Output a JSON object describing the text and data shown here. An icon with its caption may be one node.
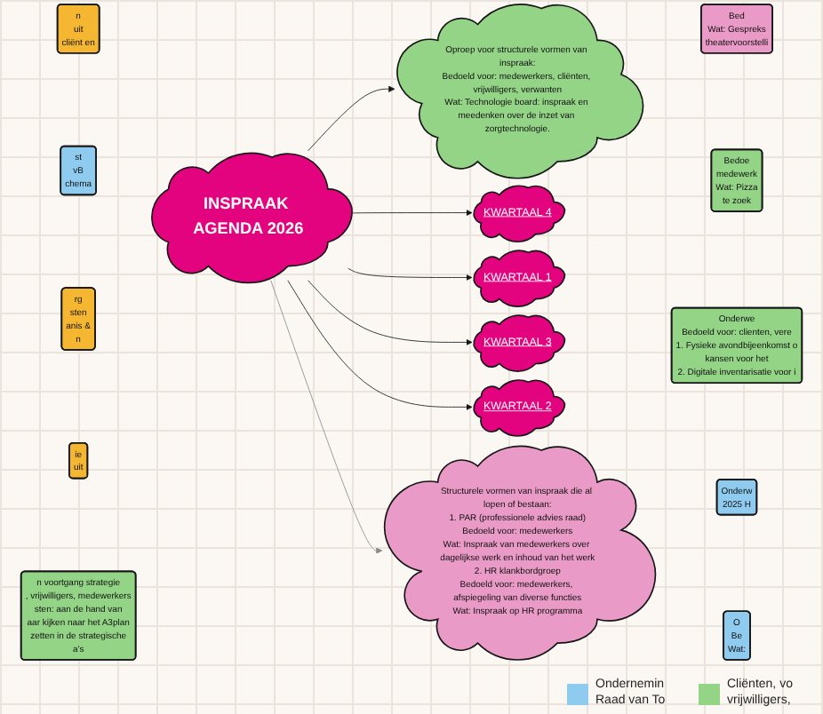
{
  "diagram": {
    "nodes": [
      {
        "text": [
          "INSPRAAK AGENDA 2026"
        ]
      },
      {
        "text": [
          "Oproep voor structurele vormen van inspraak:",
          "Bedoeld voor: medewerkers, cliënten, vrijwilligers, verwanten",
          "Wat: Technologie board: inspraak en meedenken over de inzet van zorgtechnologie."
        ]
      },
      {
        "text": [
          "KWARTAAL 4"
        ]
      },
      {
        "text": [
          "KWARTAAL 1"
        ]
      },
      {
        "text": [
          "KWARTAAL 3"
        ]
      },
      {
        "text": [
          "KWARTAAL 2"
        ]
      },
      {
        "text": [
          "Structurele vormen van inspraak die al lopen of bestaan:",
          "1. PAR (professionele advies raad)",
          "Bedoeld voor: medewerkers",
          "Wat: Inspraak van medewerkers over dagelijkse werk en inhoud van het werk",
          "2. HR klankbordgroep",
          "Bedoeld voor: medewerkers, afspiegeling van diverse functies",
          "Wat: Inspraak op HR programma"
        ]
      },
      {
        "text": [
          "n",
          "uit",
          "cliënt en"
        ]
      },
      {
        "text": [
          "st",
          "vB",
          "chema"
        ]
      },
      {
        "text": [
          "rg",
          "sten",
          "anis &",
          "n"
        ]
      },
      {
        "text": [
          "ie",
          "uit"
        ]
      },
      {
        "text": [
          "n voortgang strategie",
          ", vrijwilligers, medewerkers",
          "sten: aan de hand van",
          "aar kijken naar het A3plan",
          "zetten in de strategische",
          "a's"
        ]
      },
      {
        "text": [
          "Bed",
          "Wat: Gespreks",
          "theatervoorstelli"
        ]
      },
      {
        "text": [
          "Bedoe",
          "medewerk",
          "Wat: Pizza",
          "te zoek"
        ]
      },
      {
        "text": [
          "Onderwe",
          "Bedoeld voor: clienten, vere",
          "1. Fysieke avondbijeenkomst o",
          "kansen voor het",
          "2. Digitale inventarisatie voor i"
        ]
      },
      {
        "text": [
          "Onderw",
          "2025 H"
        ]
      },
      {
        "text": [
          "O",
          "Be",
          "Wat:"
        ]
      }
    ],
    "edges": [
      {
        "from": 0,
        "to": 1,
        "arrow": "to"
      },
      {
        "from": 0,
        "to": 2,
        "arrow": "to"
      },
      {
        "from": 0,
        "to": 3,
        "arrow": "to"
      },
      {
        "from": 0,
        "to": 4,
        "arrow": "to"
      },
      {
        "from": 0,
        "to": 5,
        "arrow": "to"
      },
      {
        "from": 0,
        "to": 6,
        "arrow": "to",
        "color": "#8a8a8a"
      }
    ],
    "legend": [
      {
        "text": "Ondernemin Raad van To",
        "color": "#8ecbef"
      },
      {
        "text": "Cliënten, vo vrijwilligers,",
        "color": "#93d486"
      }
    ]
  }
}
